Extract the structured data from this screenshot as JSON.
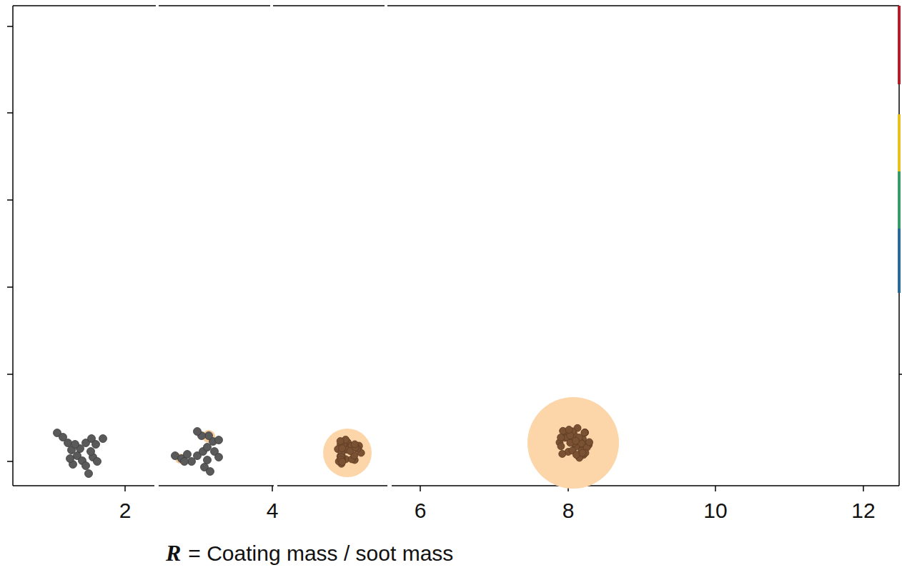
{
  "diagram": {
    "labels": [
      "2",
      "4",
      "6",
      "8",
      "10",
      "12",
      "R",
      "= Coating mass / soot mass"
    ]
  }
}
